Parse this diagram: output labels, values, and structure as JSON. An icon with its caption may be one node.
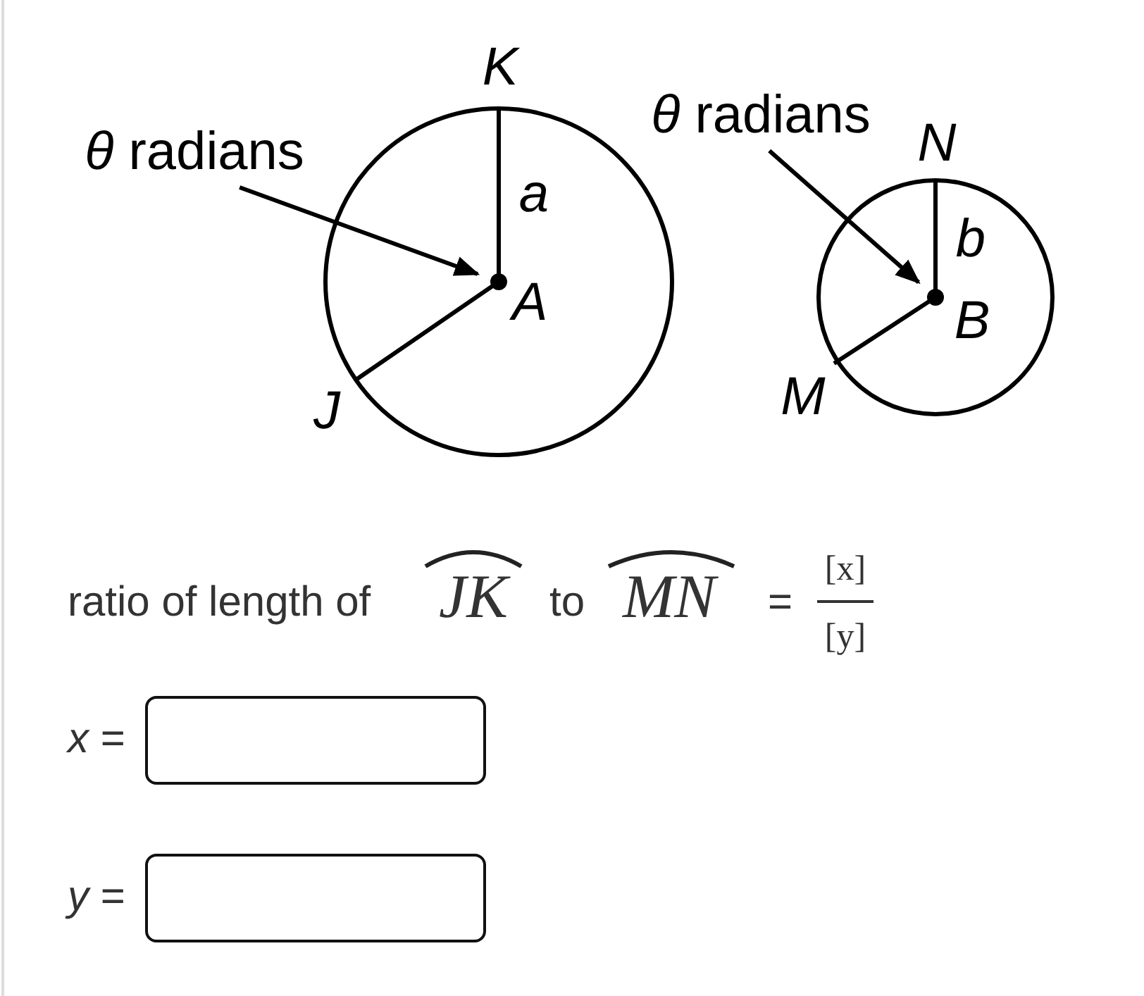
{
  "diagram": {
    "nodes": [
      {
        "text": [
          "*θ* radians"
        ]
      },
      {
        "text": [],
        "shape": "circle"
      },
      {
        "text": [
          "*θ* radians"
        ]
      },
      {
        "text": [],
        "shape": "circle"
      }
    ],
    "edges": [
      {
        "from": 0,
        "to": 1,
        "arrow": "to"
      },
      {
        "from": 2,
        "to": 3,
        "arrow": "to"
      }
    ],
    "labels": [
      "K",
      "N",
      "a",
      "b",
      "A",
      "B",
      "J",
      "M",
      "ratio of length of",
      "JK",
      "to",
      "MN",
      "=",
      "[x]",
      "[y]",
      "*x* =",
      "*y* ="
    ]
  }
}
